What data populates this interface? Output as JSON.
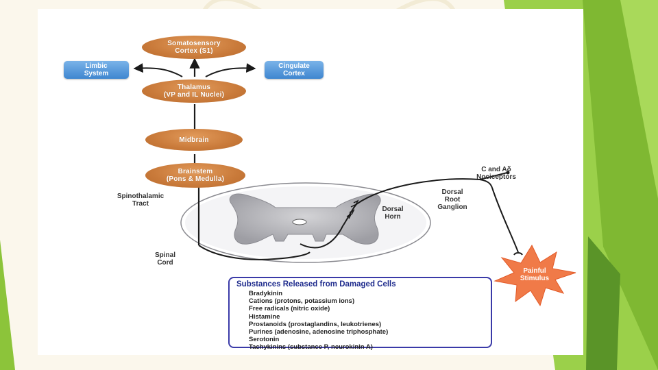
{
  "diagram": {
    "boxes": {
      "somatosensory": "Somatosensory\nCortex (S1)",
      "limbic": "Limbic\nSystem",
      "cingulate": "Cingulate\nCortex",
      "thalamus": "Thalamus\n(VP and IL Nuclei)",
      "midbrain": "Midbrain",
      "brainstem": "Brainstem\n(Pons & Medulla)"
    },
    "labels": {
      "spinothalamic_tract": "Spinothalamic\nTract",
      "dorsal_horn": "Dorsal\nHorn",
      "nociceptors": "C and Aδ\nNociceptors",
      "dorsal_root_ganglion": "Dorsal\nRoot\nGanglion",
      "spinal_cord": "Spinal\nCord",
      "painful_stimulus": "Painful\nStimulus"
    },
    "substances": {
      "title": "Substances Released from Damaged Cells",
      "items": [
        "Bradykinin",
        "Cations (protons, potassium ions)",
        "Free radicals (nitric oxide)",
        "Histamine",
        "Prostanoids (prostaglandins, leukotrienes)",
        "Purines (adenosine, adenosine triphosphate)",
        "Serotonin",
        "Tachykinins (substance P, neurokinin A)"
      ]
    }
  },
  "colors": {
    "pill_orange": "#c97a3a",
    "box_blue": "#4a8fd6",
    "star_orange": "#f07a48",
    "substances_border": "#3a3aa8",
    "slide_green": "#8cc43a"
  }
}
